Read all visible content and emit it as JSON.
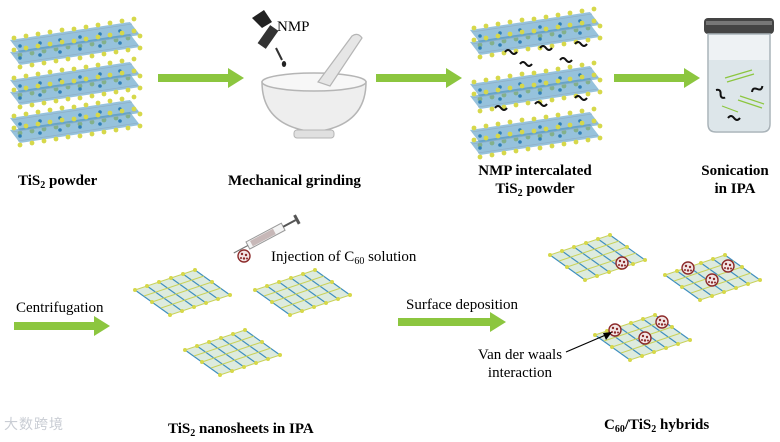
{
  "labels": {
    "tis2_powder": {
      "pre": "TiS",
      "sub": "2",
      "post": " powder"
    },
    "mechanical_grinding": "Mechanical grinding",
    "nmp": "NMP",
    "nmp_intercalated_line1": "NMP intercalated",
    "nmp_intercalated_line2": {
      "pre": "TiS",
      "sub": "2",
      "post": " powder"
    },
    "sonication_line1": "Sonication",
    "sonication_line2": "in IPA",
    "injection": {
      "pre": "Injection of C",
      "sub": "60",
      "post": " solution"
    },
    "centrifugation": "Centrifugation",
    "surface_deposition": "Surface deposition",
    "vdw_line1": "Van der waals",
    "vdw_line2": "interaction",
    "nanosheets": {
      "pre": "TiS",
      "sub": "2",
      "post": " nanosheets in IPA"
    },
    "hybrids": {
      "c": "C",
      "sub1": "60",
      "mid": "/TiS",
      "sub2": "2",
      "post": " hybrids"
    }
  },
  "watermark": "大数跨境",
  "colors": {
    "arrow_green": "#8cc63f",
    "sulfur_yellow": "#d6d84a",
    "titanium_blue": "#3f8fc0",
    "c60_red": "#8c2a2a"
  }
}
